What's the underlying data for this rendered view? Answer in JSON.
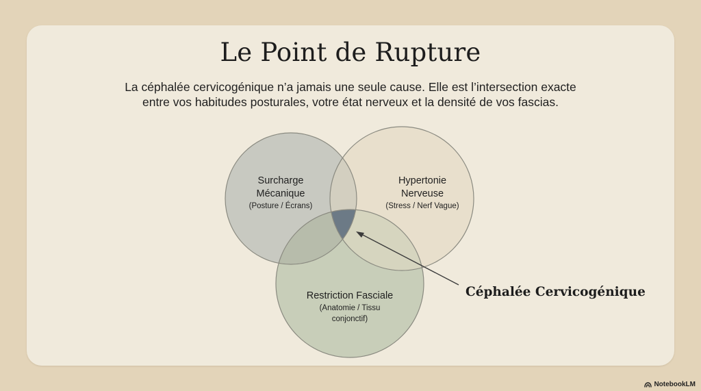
{
  "slide": {
    "title": "Le Point de Rupture",
    "subtitle_lines": [
      "La céphalée cervicogénique n’a jamais une seule cause. Elle est l’intersection exacte",
      "entre vos habitudes posturales, votre état nerveux et la densité de vos fascias."
    ]
  },
  "venn": {
    "circles": [
      {
        "id": "mechanical",
        "lines": [
          "Surcharge",
          "Mécanique"
        ],
        "detail_lines": [
          "(Posture / Écrans)"
        ],
        "color": "#c8c9c1"
      },
      {
        "id": "nervous",
        "lines": [
          "Hypertonie",
          "Nerveuse"
        ],
        "detail_lines": [
          "(Stress / Nerf Vague)"
        ],
        "color": "#e8dfcc"
      },
      {
        "id": "fascial",
        "lines": [
          "Restriction Fasciale"
        ],
        "detail_lines": [
          "(Anatomie / Tissu",
          "conjonctif)"
        ],
        "color": "#c8ceb9"
      }
    ],
    "intersection": {
      "label": "Céphalée Cervicogénique",
      "color": "#6c7a86"
    },
    "outline_color": "#8a8a80"
  },
  "branding": {
    "label": "NotebookLM"
  }
}
